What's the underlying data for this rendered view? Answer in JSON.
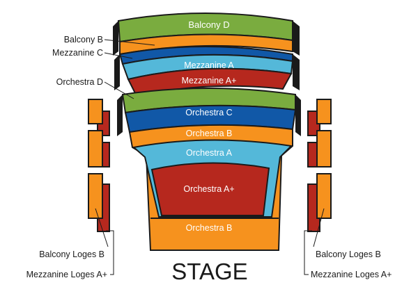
{
  "sections": {
    "balcony_d": "Balcony D",
    "mezzanine_a": "Mezzanine A",
    "mezzanine_a_plus": "Mezzanine A+",
    "orchestra_c": "Orchestra C",
    "orchestra_b_upper": "Orchestra B",
    "orchestra_a": "Orchestra A",
    "orchestra_a_plus": "Orchestra A+",
    "orchestra_b_front": "Orchestra B"
  },
  "callouts": {
    "balcony_b": "Balcony B",
    "mezzanine_c": "Mezzanine C",
    "orchestra_d": "Orchestra D",
    "balcony_loges_left": "Balcony Loges B",
    "mezzanine_loges_left": "Mezzanine Loges A+",
    "balcony_loges_right": "Balcony Loges B",
    "mezzanine_loges_right": "Mezzanine Loges A+"
  },
  "stage_label": "STAGE",
  "colors": {
    "green": "#7aac3f",
    "orange": "#f6921e",
    "light_blue": "#54b8d9",
    "dark_blue": "#1158a7",
    "red": "#b6281e",
    "outline": "#1a1a1a"
  }
}
